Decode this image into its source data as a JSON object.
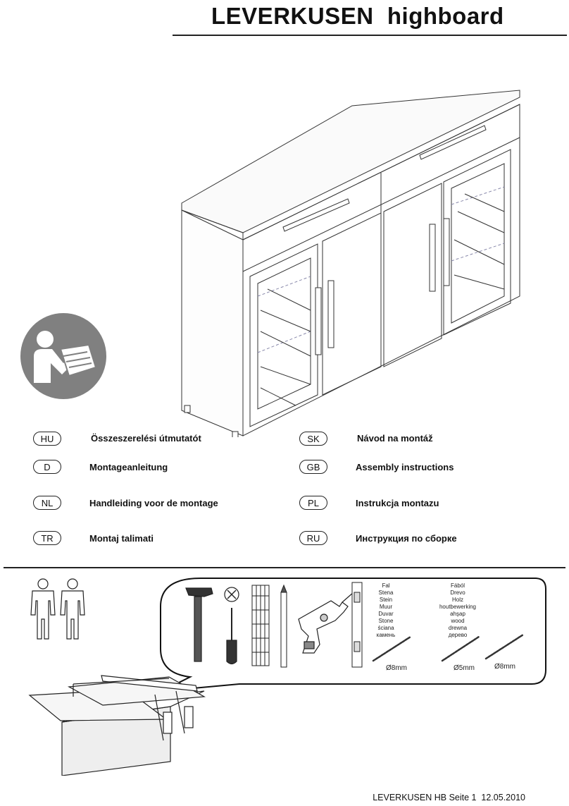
{
  "header": {
    "title": "LEVERKUSEN  highboard"
  },
  "languages": [
    {
      "code": "HU",
      "label": "Összeszerelési útmutatót"
    },
    {
      "code": "SK",
      "label": "Návod na montáž"
    },
    {
      "code": "D",
      "label": "Montageanleitung"
    },
    {
      "code": "GB",
      "label": "Assembly instructions"
    },
    {
      "code": "NL",
      "label": "Handleiding voor de montage"
    },
    {
      "code": "PL",
      "label": "Instrukcja montazu"
    },
    {
      "code": "TR",
      "label": "Montaj talimati"
    },
    {
      "code": "RU",
      "label": "Инструкция по сборке"
    }
  ],
  "tools": {
    "wall_labels": [
      "Fal",
      "Stena",
      "Stein",
      "Muur",
      "Duvar",
      "Stone",
      "ściana",
      "камень"
    ],
    "wood_labels": [
      "Fából",
      "Drevo",
      "Holz",
      "houtbewerking",
      "ahşap",
      "wood",
      "drewna",
      "дерево"
    ],
    "drill_sizes": [
      "Ø8mm",
      "Ø5mm",
      "Ø8mm"
    ]
  },
  "icons": [
    "read-manual-icon",
    "two-persons-icon",
    "hammer-icon",
    "screwdriver-icon",
    "no-tool-icon",
    "folding-rule-icon",
    "pencil-icon",
    "power-drill-icon",
    "spirit-level-icon",
    "drill-bit-icon",
    "toolbox-icon"
  ],
  "footer": {
    "text": "LEVERKUSEN HB Seite 1  12.05.2010"
  }
}
